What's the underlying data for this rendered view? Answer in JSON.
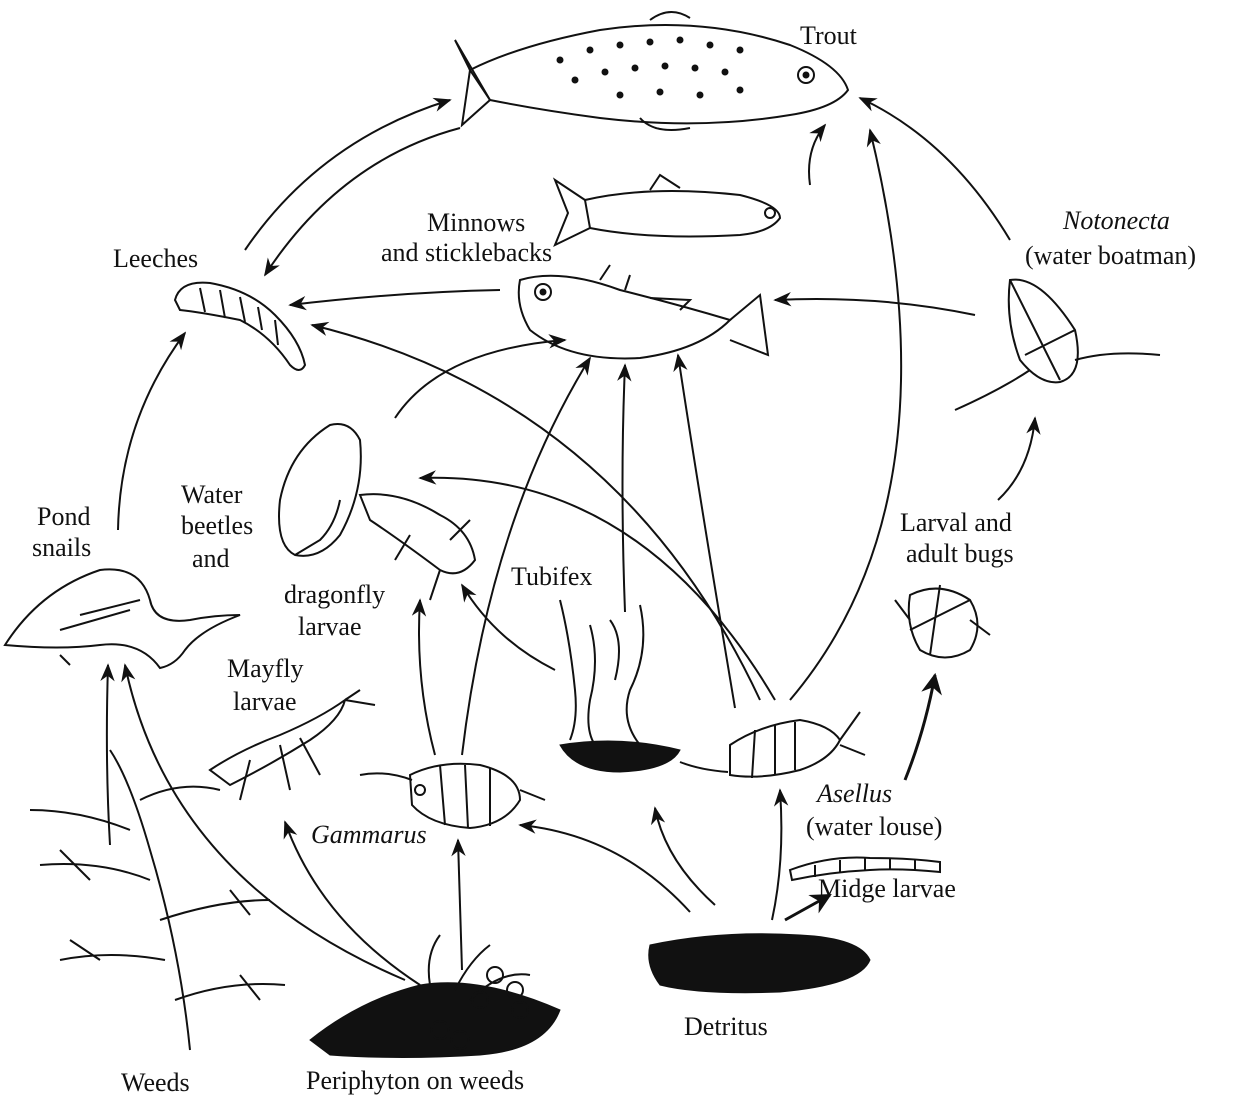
{
  "organisms": {
    "trout": "Trout",
    "minnows_line1": "Minnows",
    "minnows_line2": "and sticklebacks",
    "leeches": "Leeches",
    "notonecta_line1": "Notonecta",
    "notonecta_line2": "(water boatman)",
    "pond_snails_line1": "Pond",
    "pond_snails_line2": "snails",
    "water_beetles_line1": "Water",
    "water_beetles_line2": "beetles",
    "water_beetles_line3": "and",
    "dragonfly_line1": "dragonfly",
    "dragonfly_line2": "larvae",
    "tubifex": "Tubifex",
    "larval_bugs_line1": "Larval and",
    "larval_bugs_line2": "adult bugs",
    "mayfly_line1": "Mayfly",
    "mayfly_line2": "larvae",
    "gammarus": "Gammarus",
    "asellus_line1": "Asellus",
    "asellus_line2": "(water louse)",
    "midge": "Midge larvae",
    "weeds": "Weeds",
    "periphyton": "Periphyton on weeds",
    "detritus": "Detritus"
  }
}
